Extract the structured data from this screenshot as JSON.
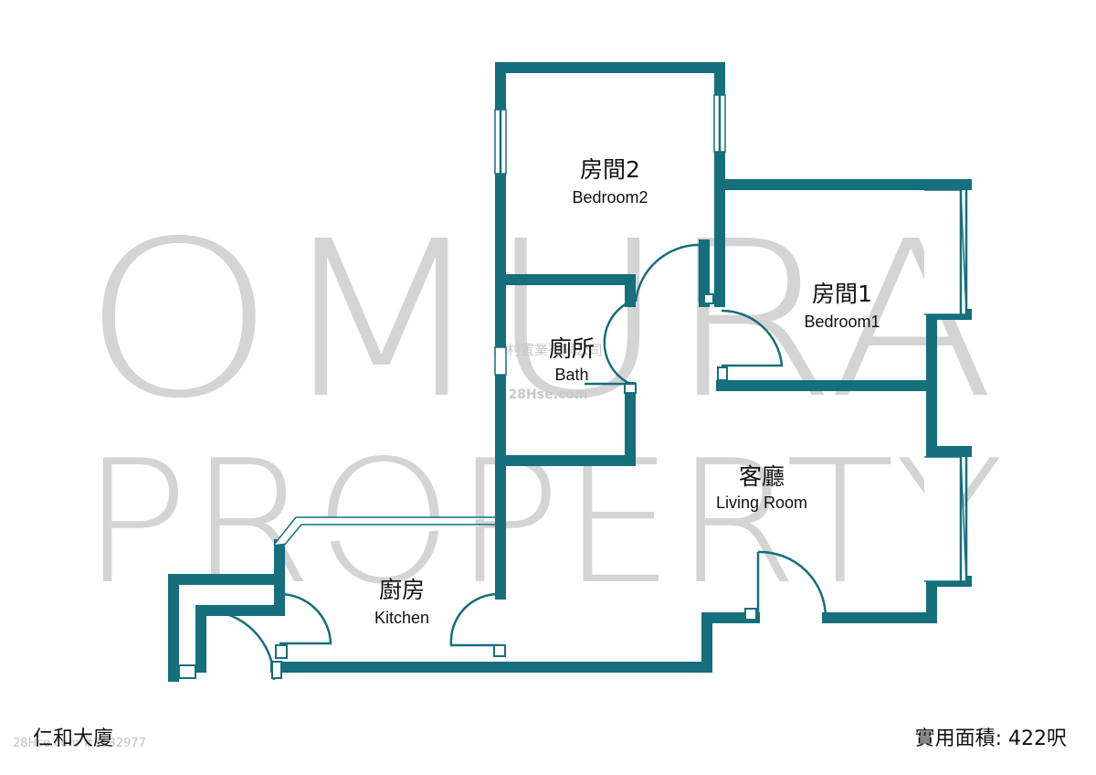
{
  "watermark": {
    "line1": "OMURA",
    "line2": "PROPERTY",
    "agency": "小村置業有限公司",
    "site": "28Hse.com",
    "ref": "28Hse.com #3132977"
  },
  "rooms": {
    "bedroom2": {
      "zh": "房間2",
      "en": "Bedroom2"
    },
    "bedroom1": {
      "zh": "房間1",
      "en": "Bedroom1"
    },
    "bath": {
      "zh": "廁所",
      "en": "Bath"
    },
    "living": {
      "zh": "客廳",
      "en": "Living Room"
    },
    "kitchen": {
      "zh": "廚房",
      "en": "Kitchen"
    }
  },
  "footer": {
    "building": "仁和大廈",
    "area": "實用面積: 422呎"
  },
  "colors": {
    "wall": "#156f7c",
    "watermark": "#d4d4d4"
  }
}
